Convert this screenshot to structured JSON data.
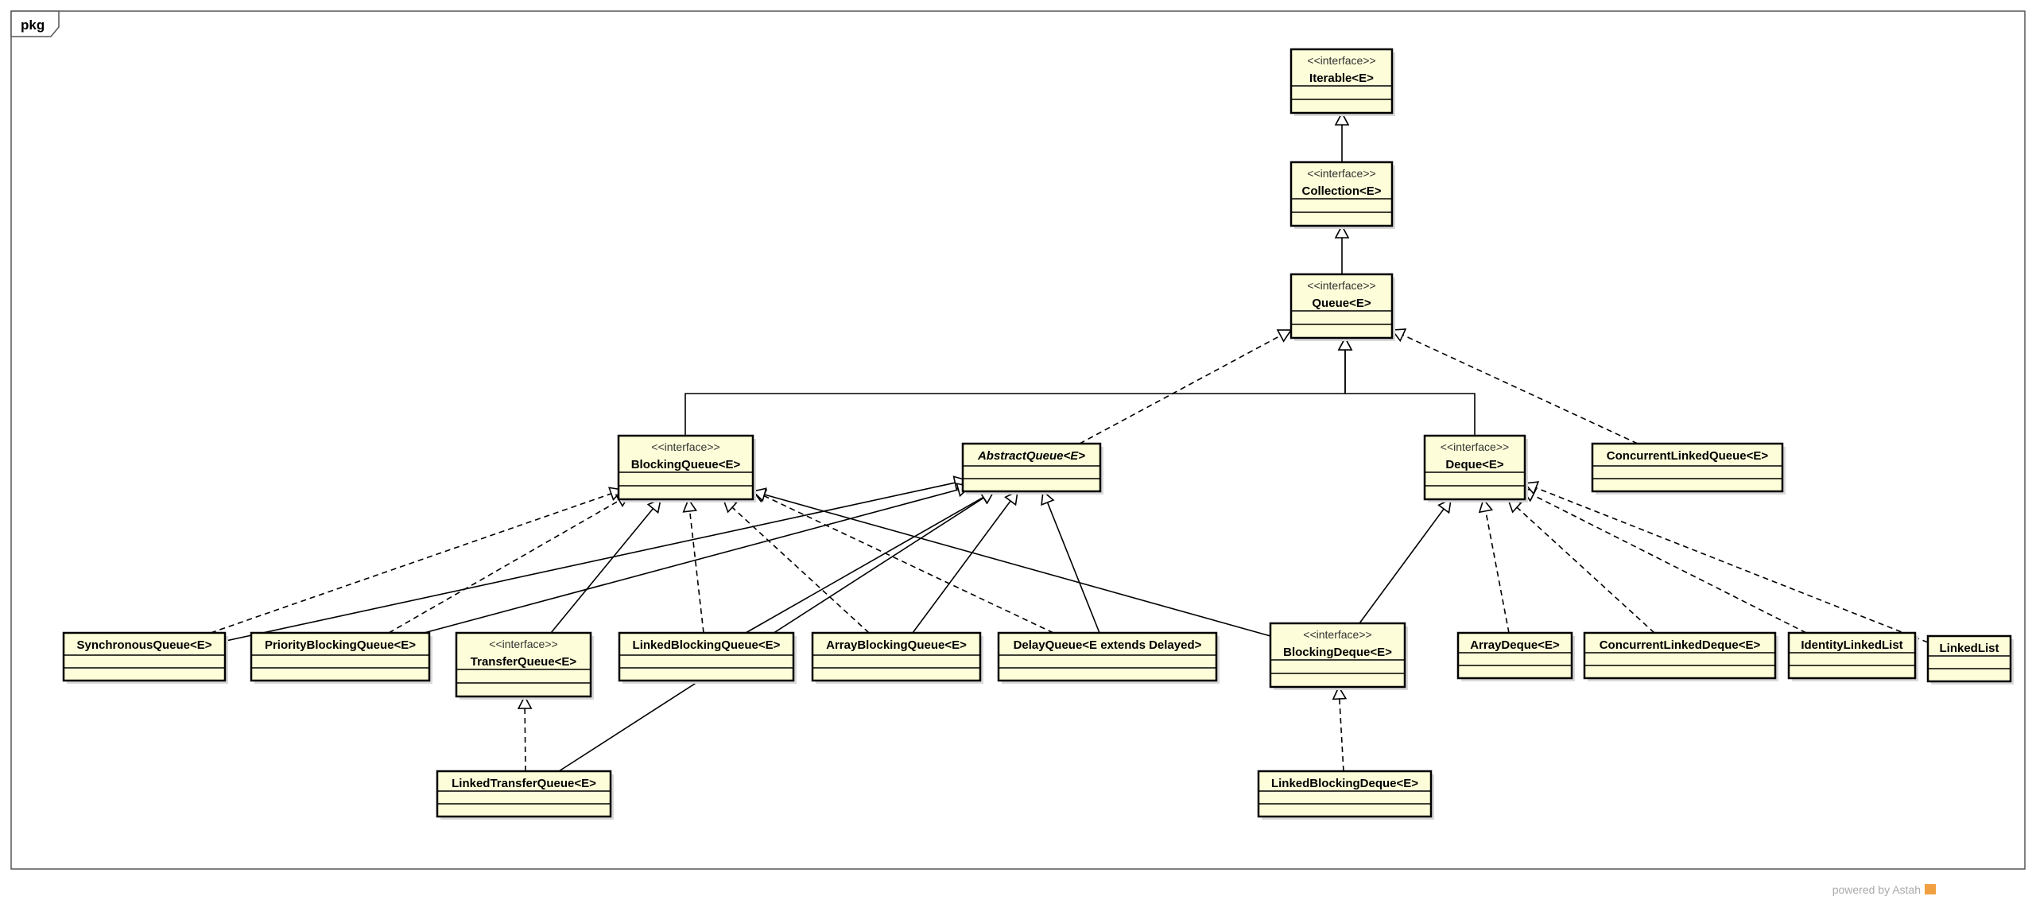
{
  "package": {
    "label": "pkg"
  },
  "watermark": {
    "text": "powered by Astah"
  },
  "classes": [
    {
      "id": "iterable",
      "stereotype": "<<interface>>",
      "name": "Iterable<E>"
    },
    {
      "id": "collection",
      "stereotype": "<<interface>>",
      "name": "Collection<E>"
    },
    {
      "id": "queue",
      "stereotype": "<<interface>>",
      "name": "Queue<E>"
    },
    {
      "id": "blockingqueue",
      "stereotype": "<<interface>>",
      "name": "BlockingQueue<E>"
    },
    {
      "id": "abstractqueue",
      "stereotype": "",
      "name": "AbstractQueue<E>",
      "abstract": true
    },
    {
      "id": "deque",
      "stereotype": "<<interface>>",
      "name": "Deque<E>"
    },
    {
      "id": "concurrentlinkedqueue",
      "stereotype": "",
      "name": "ConcurrentLinkedQueue<E>"
    },
    {
      "id": "synchronousqueue",
      "stereotype": "",
      "name": "SynchronousQueue<E>"
    },
    {
      "id": "priorityblockingqueue",
      "stereotype": "",
      "name": "PriorityBlockingQueue<E>"
    },
    {
      "id": "transferqueue",
      "stereotype": "<<interface>>",
      "name": "TransferQueue<E>"
    },
    {
      "id": "linkedblockingqueue",
      "stereotype": "",
      "name": "LinkedBlockingQueue<E>"
    },
    {
      "id": "arrayblockingqueue",
      "stereotype": "",
      "name": "ArrayBlockingQueue<E>"
    },
    {
      "id": "delayqueue",
      "stereotype": "",
      "name": "DelayQueue<E extends Delayed>"
    },
    {
      "id": "blockingdeque",
      "stereotype": "<<interface>>",
      "name": "BlockingDeque<E>"
    },
    {
      "id": "arraydeque",
      "stereotype": "",
      "name": "ArrayDeque<E>"
    },
    {
      "id": "concurrentlinkeddeque",
      "stereotype": "",
      "name": "ConcurrentLinkedDeque<E>"
    },
    {
      "id": "identitylinkedlist",
      "stereotype": "",
      "name": "IdentityLinkedList"
    },
    {
      "id": "linkedlist",
      "stereotype": "",
      "name": "LinkedList"
    },
    {
      "id": "linkedtransferqueue",
      "stereotype": "",
      "name": "LinkedTransferQueue<E>"
    },
    {
      "id": "linkedblockingdeque",
      "stereotype": "",
      "name": "LinkedBlockingDeque<E>"
    }
  ],
  "relations": [
    {
      "from": "collection",
      "to": "iterable",
      "kind": "generalization"
    },
    {
      "from": "queue",
      "to": "collection",
      "kind": "generalization"
    },
    {
      "from": "blockingqueue",
      "to": "queue",
      "kind": "generalization"
    },
    {
      "from": "deque",
      "to": "queue",
      "kind": "generalization"
    },
    {
      "from": "abstractqueue",
      "to": "queue",
      "kind": "realization"
    },
    {
      "from": "concurrentlinkedqueue",
      "to": "queue",
      "kind": "realization"
    },
    {
      "from": "synchronousqueue",
      "to": "blockingqueue",
      "kind": "realization"
    },
    {
      "from": "synchronousqueue",
      "to": "abstractqueue",
      "kind": "generalization"
    },
    {
      "from": "priorityblockingqueue",
      "to": "blockingqueue",
      "kind": "realization"
    },
    {
      "from": "priorityblockingqueue",
      "to": "abstractqueue",
      "kind": "generalization"
    },
    {
      "from": "transferqueue",
      "to": "blockingqueue",
      "kind": "generalization"
    },
    {
      "from": "linkedblockingqueue",
      "to": "blockingqueue",
      "kind": "realization"
    },
    {
      "from": "linkedblockingqueue",
      "to": "abstractqueue",
      "kind": "generalization"
    },
    {
      "from": "arrayblockingqueue",
      "to": "blockingqueue",
      "kind": "realization"
    },
    {
      "from": "arrayblockingqueue",
      "to": "abstractqueue",
      "kind": "generalization"
    },
    {
      "from": "delayqueue",
      "to": "blockingqueue",
      "kind": "realization"
    },
    {
      "from": "delayqueue",
      "to": "abstractqueue",
      "kind": "generalization"
    },
    {
      "from": "blockingdeque",
      "to": "blockingqueue",
      "kind": "generalization"
    },
    {
      "from": "blockingdeque",
      "to": "deque",
      "kind": "generalization"
    },
    {
      "from": "arraydeque",
      "to": "deque",
      "kind": "realization"
    },
    {
      "from": "concurrentlinkeddeque",
      "to": "deque",
      "kind": "realization"
    },
    {
      "from": "identitylinkedlist",
      "to": "deque",
      "kind": "realization"
    },
    {
      "from": "linkedlist",
      "to": "deque",
      "kind": "realization"
    },
    {
      "from": "linkedtransferqueue",
      "to": "transferqueue",
      "kind": "realization"
    },
    {
      "from": "linkedtransferqueue",
      "to": "abstractqueue",
      "kind": "generalization"
    },
    {
      "from": "linkedblockingdeque",
      "to": "blockingdeque",
      "kind": "realization"
    }
  ]
}
